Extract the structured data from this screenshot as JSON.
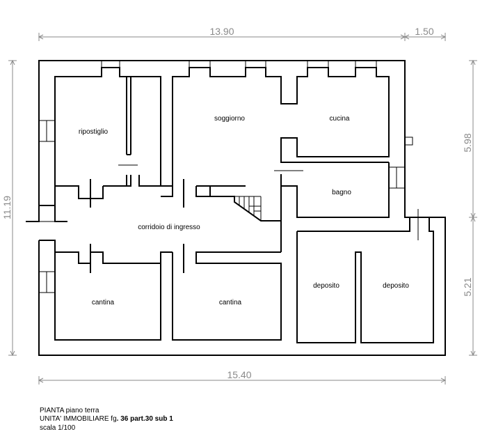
{
  "dimensions": {
    "top_left": "13.90",
    "top_right": "1.50",
    "bottom": "15.40",
    "left": "11.19",
    "right_upper": "5.98",
    "right_lower": "5.21"
  },
  "rooms": {
    "ripostiglio": "ripostiglio",
    "soggiorno": "soggiorno",
    "cucina": "cucina",
    "bagno": "bagno",
    "corridoio": "corridoio di ingresso",
    "cantina_left": "cantina",
    "cantina_right": "cantina",
    "deposito_left": "deposito",
    "deposito_right": "deposito"
  },
  "caption": {
    "line1": "PIANTA piano terra",
    "line2_a": "UNITA' IMMOBILIARE fg",
    "line2_b": ". 36 part",
    "line2_c": ".30 sub 1",
    "line3": "scala 1/100"
  }
}
